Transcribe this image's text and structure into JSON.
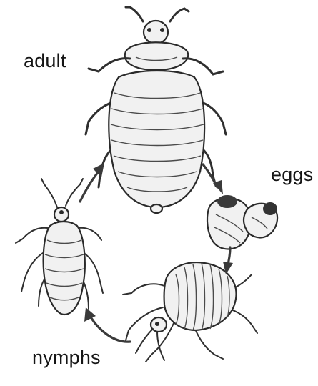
{
  "labels": {
    "adult": "adult",
    "eggs": "eggs",
    "nymphs": "nymphs"
  }
}
